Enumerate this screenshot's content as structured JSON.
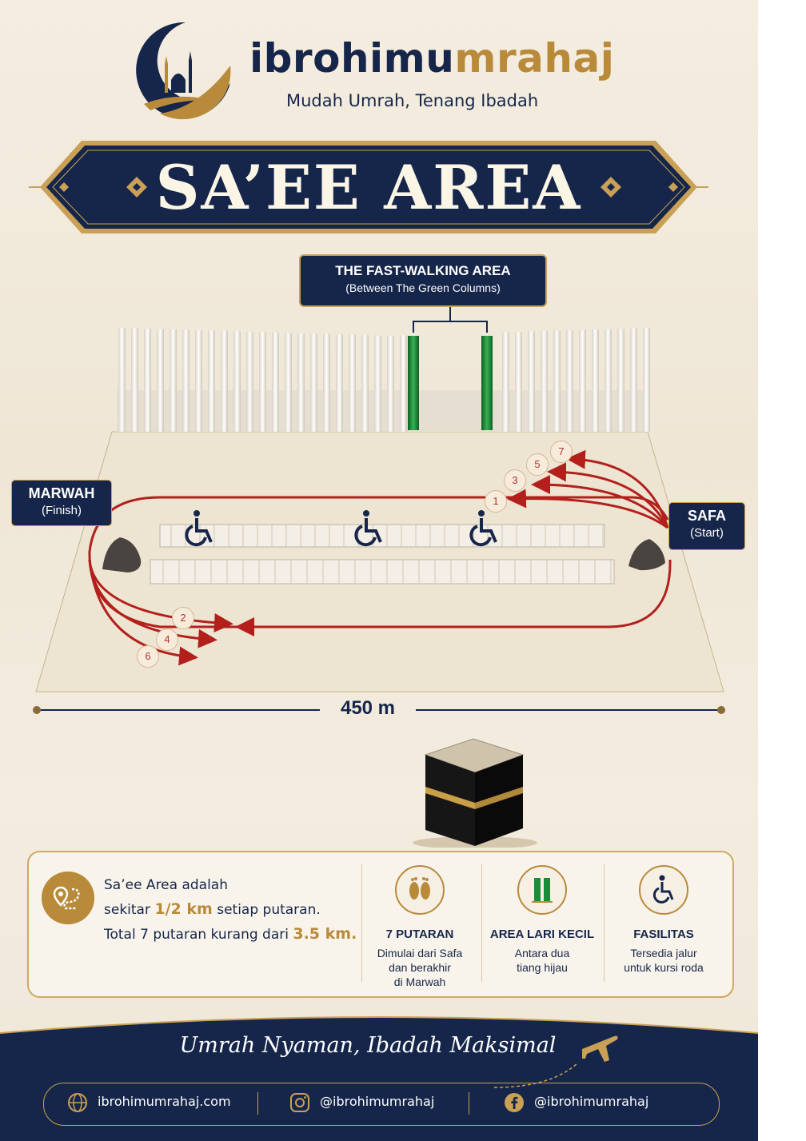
{
  "brand": {
    "name_part1": "ibrohimu",
    "name_part2": "mrahaj",
    "tagline": "Mudah Umrah, Tenang Ibadah"
  },
  "title": "SA’EE AREA",
  "callout": {
    "title": "THE FAST-WALKING AREA",
    "subtitle": "(Between The Green Columns)"
  },
  "endpoints": {
    "marwah": {
      "name": "MARWAH",
      "role": "(Finish)"
    },
    "safa": {
      "name": "SAFA",
      "role": "(Start)"
    }
  },
  "laps": [
    "1",
    "2",
    "3",
    "4",
    "5",
    "6",
    "7"
  ],
  "distance": "450 m",
  "info": {
    "line1": "Sa’ee Area adalah",
    "line2_pre": "sekitar ",
    "line2_highlight": "1/2 km",
    "line2_post": " setiap putaran.",
    "line3_pre": "Total 7 putaran kurang dari ",
    "line3_highlight": "3.5 km."
  },
  "features": [
    {
      "icon": "footprints-icon",
      "title": "7 PUTARAN",
      "desc1": "Dimulai dari Safa",
      "desc2": "dan berakhir",
      "desc3": "di Marwah"
    },
    {
      "icon": "green-columns-icon",
      "title": "AREA LARI KECIL",
      "desc1": "Antara dua",
      "desc2": "tiang hijau",
      "desc3": ""
    },
    {
      "icon": "wheelchair-icon",
      "title": "FASILITAS",
      "desc1": "Tersedia jalur",
      "desc2": "untuk kursi roda",
      "desc3": ""
    }
  ],
  "footer": {
    "slogan": "Umrah Nyaman, Ibadah Maksimal",
    "website": "ibrohimumrahaj.com",
    "instagram": "@ibrohimumrahaj",
    "facebook": "@ibrohimumrahaj"
  },
  "colors": {
    "navy": "#16264a",
    "gold": "#b88a3a",
    "green": "#1f8a3a",
    "red": "#b3201c"
  }
}
